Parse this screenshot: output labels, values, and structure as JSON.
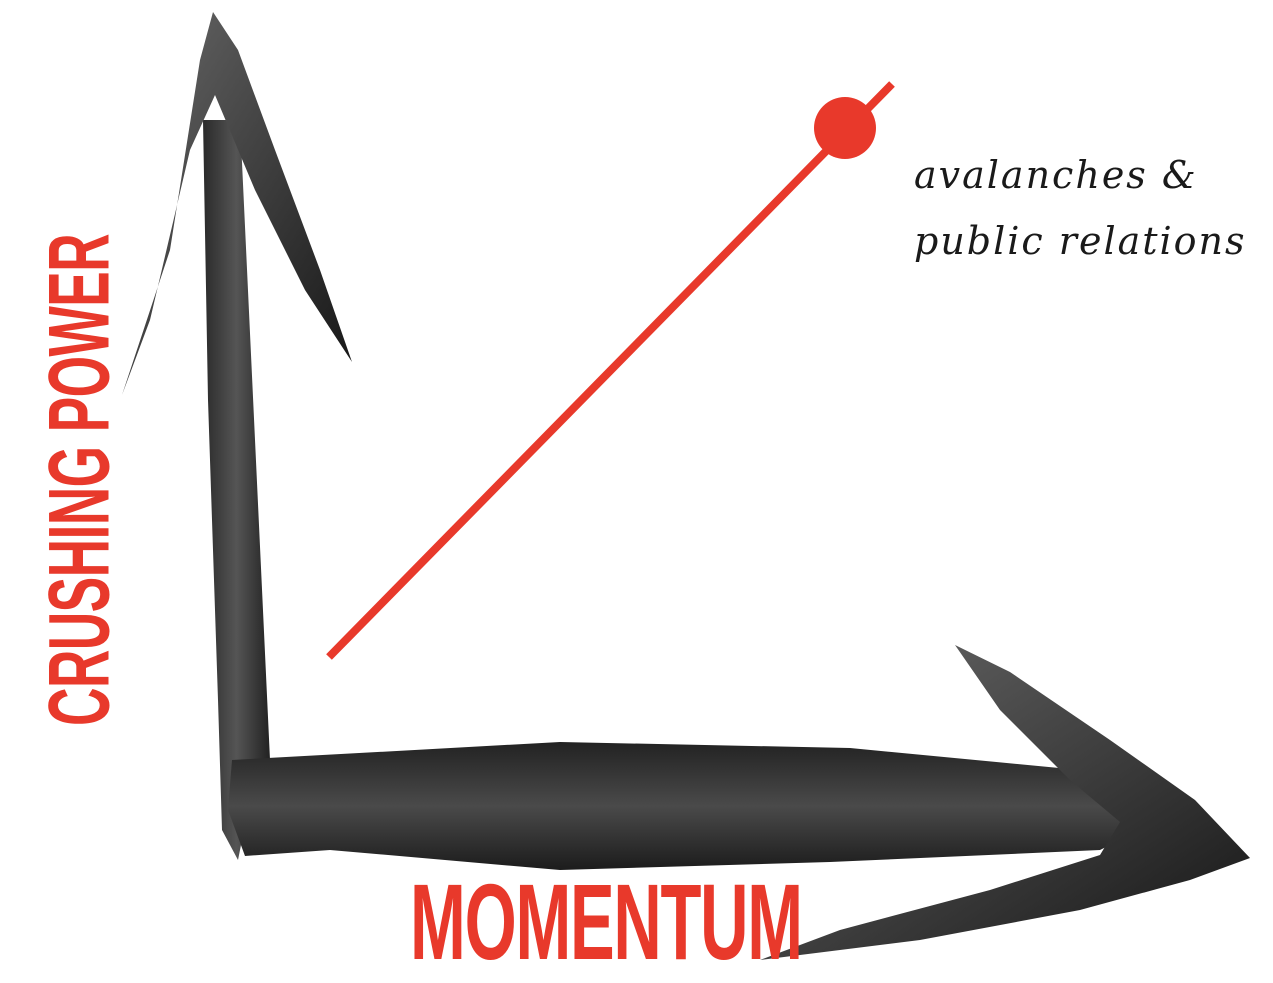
{
  "colors": {
    "accent": "#e8392b",
    "ink": "#1a1a1a",
    "background": "#ffffff"
  },
  "axes": {
    "y_label": "CRUSHING POWER",
    "x_label": "MOMENTUM"
  },
  "annotation": {
    "line1": "avalanches &",
    "line2": "public relations"
  },
  "trend": {
    "description_marker": "red dot"
  }
}
